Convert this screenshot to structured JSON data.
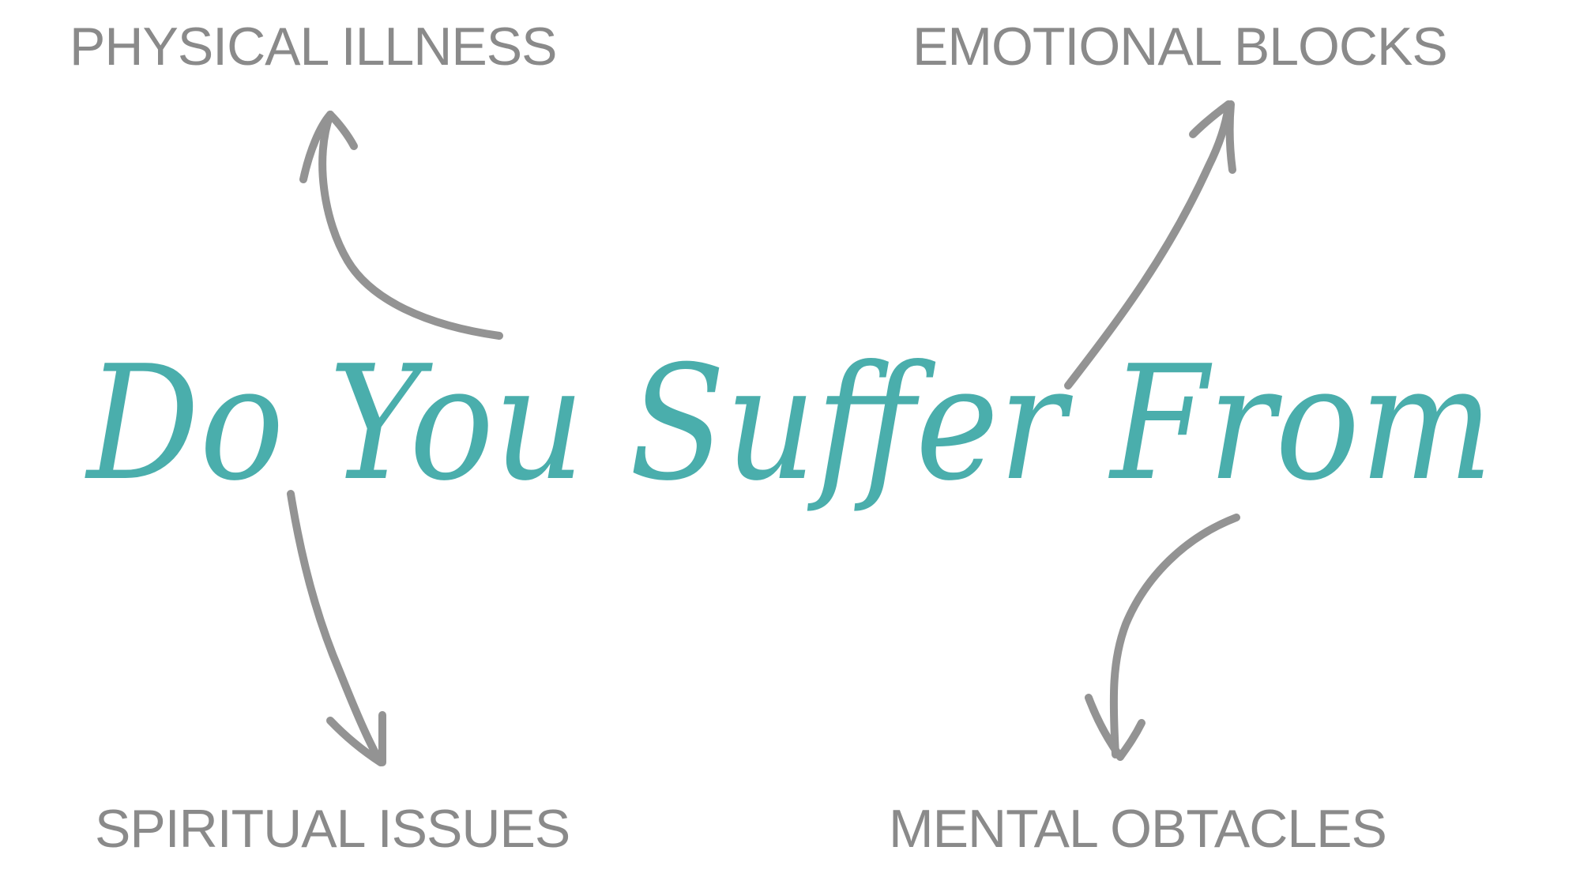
{
  "title": "Do You Suffer From",
  "labels": {
    "top_left": "PHYSICAL ILLNESS",
    "top_right": "EMOTIONAL BLOCKS",
    "bottom_left": "SPIRITUAL ISSUES",
    "bottom_right": "MENTAL OBTACLES"
  },
  "colors": {
    "title": "#4aaeac",
    "labels": "#8a8a8a",
    "arrows": "#939393",
    "background": "#ffffff"
  },
  "icons": {
    "arrows": [
      "arrow-to-physical-illness-icon",
      "arrow-to-emotional-blocks-icon",
      "arrow-to-spiritual-issues-icon",
      "arrow-to-mental-obtacles-icon"
    ]
  }
}
